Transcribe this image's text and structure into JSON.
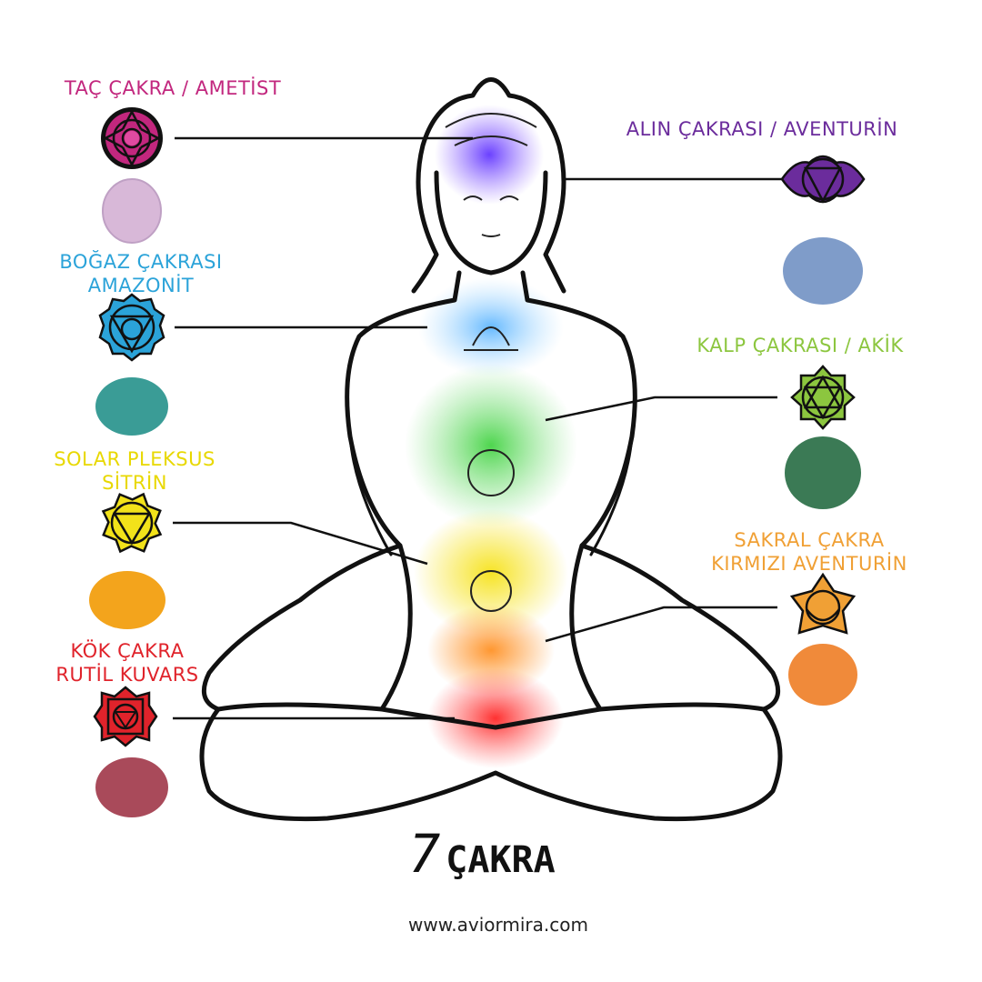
{
  "title": {
    "number": "7",
    "word": "ÇAKRA"
  },
  "website": "www.aviormira.com",
  "chakras": [
    {
      "name_line1": "TAÇ ÇAKRA / AMETİST",
      "color": "#c2277e",
      "stone_color": "#d8b8d8",
      "icon": "crown-chakra-icon"
    },
    {
      "name_line1": "ALIN ÇAKRASI / AVENTURİN",
      "color": "#6b2c9c",
      "stone_color": "#7f9cc9",
      "icon": "third-eye-chakra-icon"
    },
    {
      "name_line1": "BOĞAZ ÇAKRASI",
      "name_line2": "AMAZONİT",
      "color": "#2ba3d9",
      "stone_color": "#3a9c96",
      "icon": "throat-chakra-icon"
    },
    {
      "name_line1": "KALP ÇAKRASI / AKİK",
      "color": "#8cc63f",
      "stone_color": "#3b7a55",
      "icon": "heart-chakra-icon"
    },
    {
      "name_line1": "SOLAR PLEKSUS",
      "name_line2": "SİTRİN",
      "color": "#f2e21a",
      "stone_color": "#f3a41c",
      "icon": "solar-plexus-chakra-icon"
    },
    {
      "name_line1": "SAKRAL ÇAKRA",
      "name_line2": "KIRMIZI AVENTURİN",
      "color": "#f0a035",
      "stone_color": "#f08a3a",
      "icon": "sacral-chakra-icon"
    },
    {
      "name_line1": "KÖK ÇAKRA",
      "name_line2": "RUTİL KUVARS",
      "color": "#e0232b",
      "stone_color": "#a94a5a",
      "icon": "root-chakra-icon"
    }
  ]
}
